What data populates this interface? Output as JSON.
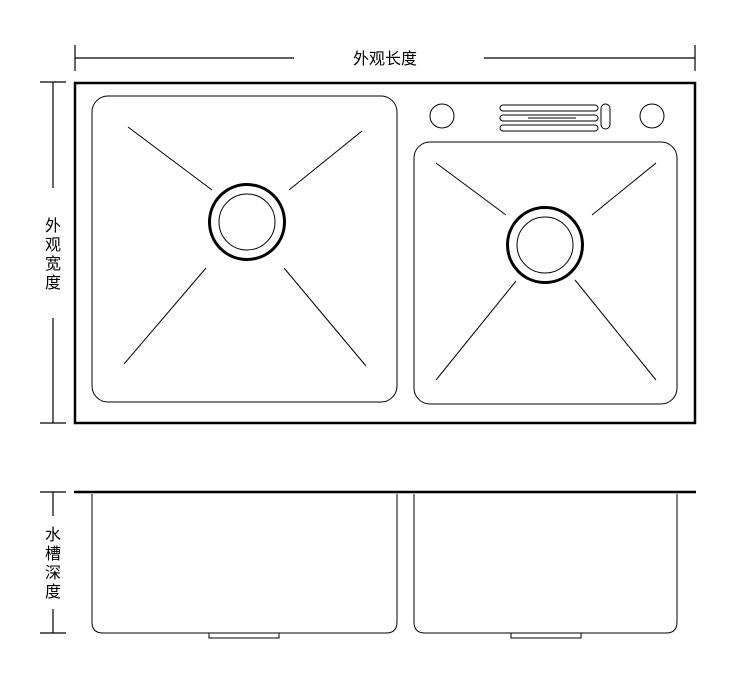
{
  "labels": {
    "overall_length": "外观长度",
    "overall_width": [
      "外",
      "观",
      "宽",
      "度"
    ],
    "sink_depth": [
      "水",
      "槽",
      "深",
      "度"
    ]
  },
  "colors": {
    "line": "#000000",
    "background": "#ffffff"
  },
  "components": {
    "top_view": "double-bowl sink top view",
    "side_view": "double-bowl sink section view"
  }
}
